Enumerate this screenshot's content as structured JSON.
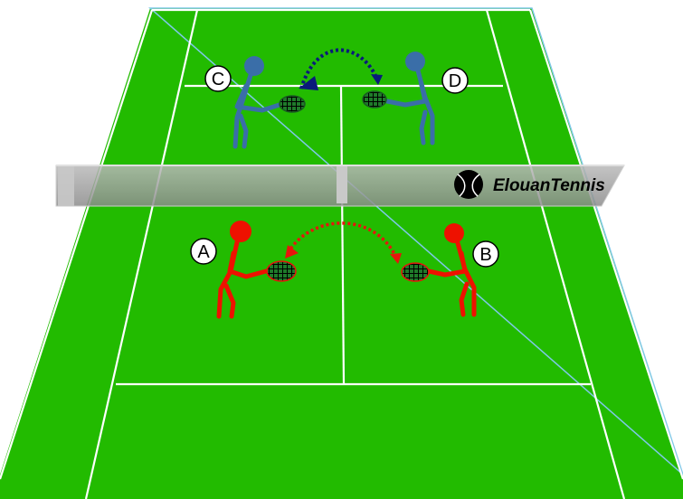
{
  "brand": {
    "name": "ElouanTennis",
    "icon": "tennis-ball-icon"
  },
  "players": [
    {
      "id": "A",
      "label": "A",
      "team": "near"
    },
    {
      "id": "B",
      "label": "B",
      "team": "near"
    },
    {
      "id": "C",
      "label": "C",
      "team": "far"
    },
    {
      "id": "D",
      "label": "D",
      "team": "far"
    }
  ],
  "exchanges": [
    {
      "from": "A",
      "to": "B",
      "style": "dotted",
      "color": "#e8140c"
    },
    {
      "from": "C",
      "to": "D",
      "style": "dotted",
      "color": "#0a1a7a"
    }
  ],
  "colors": {
    "court": "#22bb00",
    "lines": "#ffffff",
    "near_team": "#ee1100",
    "far_team": "#3a6ea8",
    "net": "#9a9a9a"
  }
}
